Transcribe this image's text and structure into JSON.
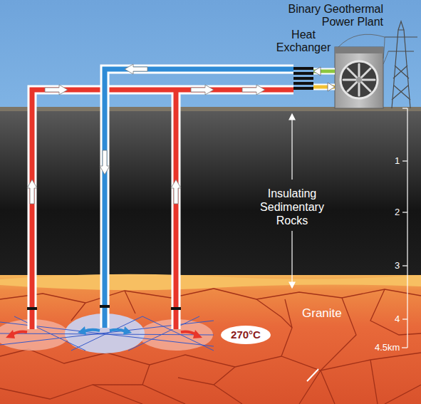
{
  "diagram": {
    "nodes": [
      {
        "text": [
          "Binary Geothermal Power Plant"
        ]
      },
      {
        "text": [
          "Heat Exchanger"
        ]
      },
      {
        "text": [
          "270°C"
        ]
      }
    ],
    "edges": [
      {
        "from": 0,
        "to": 1,
        "arrow": "to"
      },
      {
        "from": 1,
        "to": 0,
        "arrow": "to"
      }
    ],
    "labels": [
      "Insulating Sedimentary Rocks",
      "Granite",
      "1",
      "2",
      "3",
      "4",
      "4.5km"
    ]
  }
}
